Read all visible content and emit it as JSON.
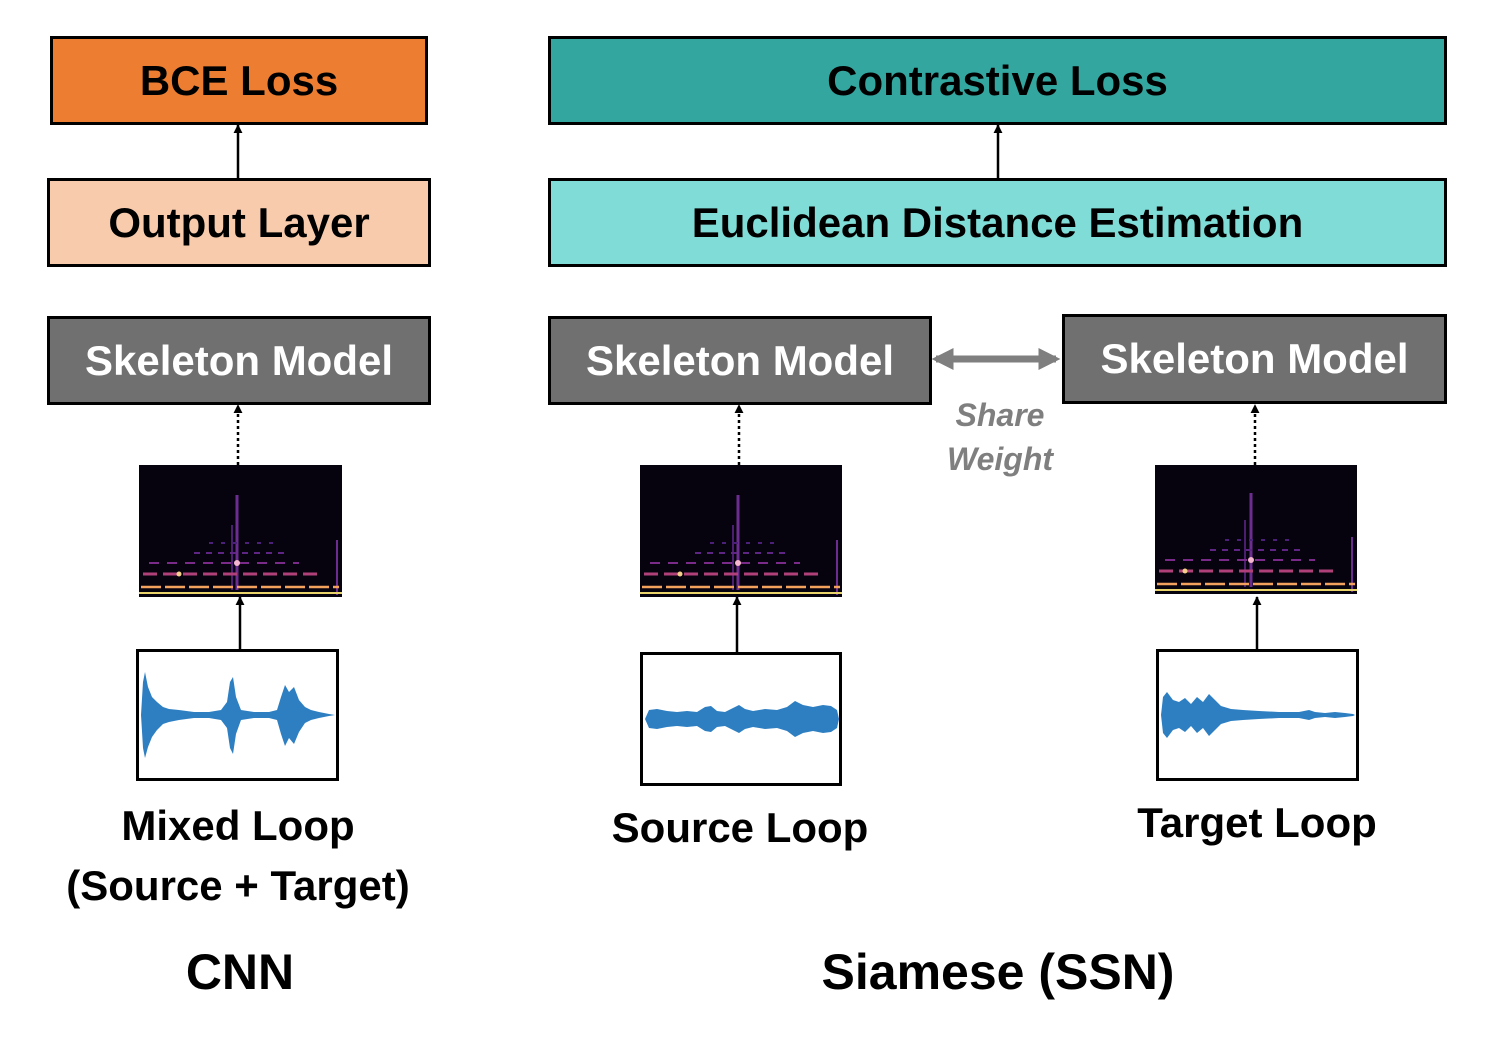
{
  "cnn": {
    "loss_label": "BCE Loss",
    "output_label": "Output Layer",
    "skeleton_label": "Skeleton Model",
    "input_label_line1": "Mixed Loop",
    "input_label_line2": "(Source + Target)",
    "title": "CNN"
  },
  "siamese": {
    "loss_label": "Contrastive Loss",
    "distance_label": "Euclidean Distance Estimation",
    "skeleton_left_label": "Skeleton Model",
    "skeleton_right_label": "Skeleton Model",
    "share_line1": "Share",
    "share_line2": "Weight",
    "source_label": "Source Loop",
    "target_label": "Target Loop",
    "title": "Siamese (SSN)"
  },
  "colors": {
    "bce_loss": "#ed7d31",
    "output_layer": "#f8cbad",
    "contrastive_loss": "#33a69f",
    "distance": "#80dcd6",
    "skeleton": "#707070",
    "share_arrow": "#7f7f7f",
    "waveform": "#2e7fc2"
  }
}
